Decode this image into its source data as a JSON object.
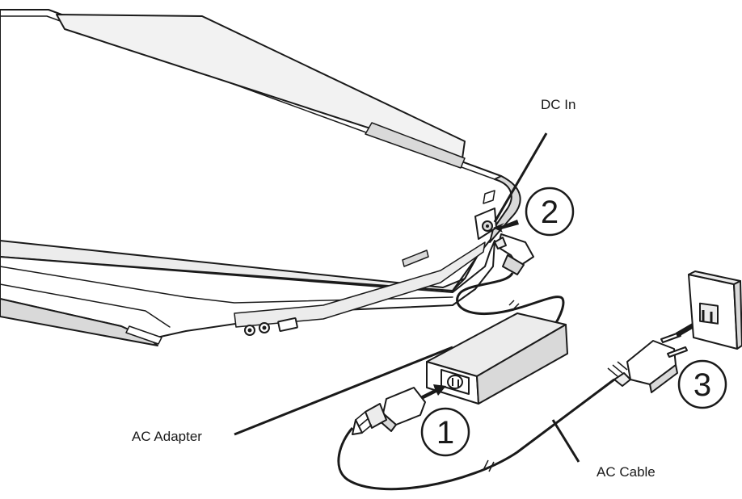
{
  "labels": {
    "dc_in": "DC In",
    "ac_adapter": "AC Adapter",
    "ac_cable": "AC Cable"
  },
  "steps": [
    "1",
    "2",
    "3"
  ],
  "colors": {
    "line": "#1a1a1a",
    "shade": "#d9d9d9",
    "light_shade": "#ececec",
    "background": "#ffffff"
  },
  "icons": [
    "laptop-illustration",
    "ac-adapter-illustration",
    "wall-outlet-icon",
    "power-plug-icon",
    "dc-plug-icon",
    "arrow-icon"
  ]
}
